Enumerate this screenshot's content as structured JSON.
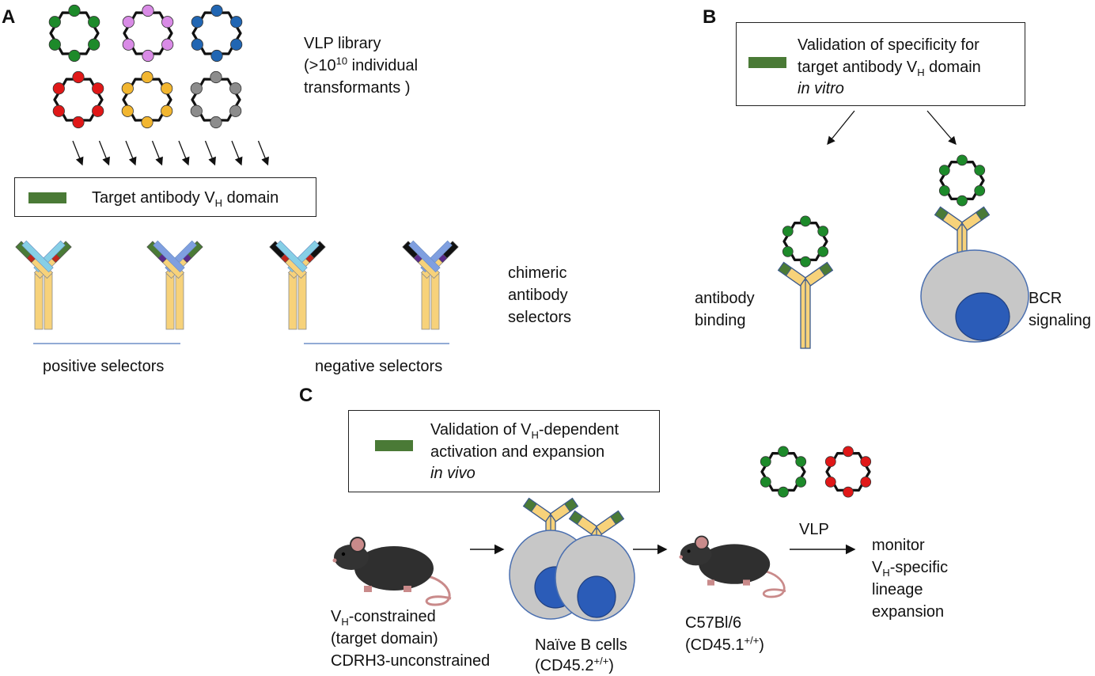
{
  "panels": {
    "a": "A",
    "b": "B",
    "c": "C"
  },
  "panel_a": {
    "library_line1": "VLP library",
    "library_line2_pre": "(>10",
    "library_line2_sup": "10",
    "library_line2_post": " individual",
    "library_line3": "transformants )",
    "target_box_pre": "Target antibody V",
    "target_box_sub": "H",
    "target_box_post": " domain",
    "selectors_line1": "chimeric",
    "selectors_line2": "antibody",
    "selectors_line3": "selectors",
    "positive": "positive selectors",
    "negative": "negative selectors"
  },
  "panel_b": {
    "box_line1": "Validation of specificity for",
    "box_line2_pre": "target antibody V",
    "box_line2_sub": "H",
    "box_line2_post": " domain",
    "box_line3": "in vitro",
    "binding_line1": "antibody",
    "binding_line2": "binding",
    "bcr_line1": "BCR",
    "bcr_line2": "signaling"
  },
  "panel_c": {
    "box_line1_pre": "Validation of V",
    "box_line1_sub": "H",
    "box_line1_post": "-dependent",
    "box_line2": "activation and expansion",
    "box_line3": "in vivo",
    "mouse1_line1_pre": "V",
    "mouse1_line1_sub": "H",
    "mouse1_line1_post": "-constrained",
    "mouse1_line2": "(target domain)",
    "mouse1_line3": "CDRH3-unconstrained",
    "bcells_line1": "Naïve B cells",
    "bcells_line2_pre": "(CD45.2",
    "bcells_line2_sup": "+/+",
    "bcells_line2_post": ")",
    "mouse2_line1": "C57Bl/6",
    "mouse2_line2_pre": "(CD45.1",
    "mouse2_line2_sup": "+/+",
    "mouse2_line2_post": ")",
    "vlp": "VLP",
    "monitor_line1": "monitor",
    "monitor_line2_pre": "V",
    "monitor_line2_sub": "H",
    "monitor_line2_post": "-specific",
    "monitor_line3": "lineage",
    "monitor_line4": "expansion"
  },
  "colors": {
    "green": "#1d8a2a",
    "violet": "#d98be6",
    "blue": "#2166b3",
    "red": "#e01818",
    "yellow": "#f2b630",
    "gray": "#8c8c8c",
    "heavy_chain": "#f7d27a",
    "cell": "#c7c7c7",
    "nucleus": "#2b5cb8"
  }
}
